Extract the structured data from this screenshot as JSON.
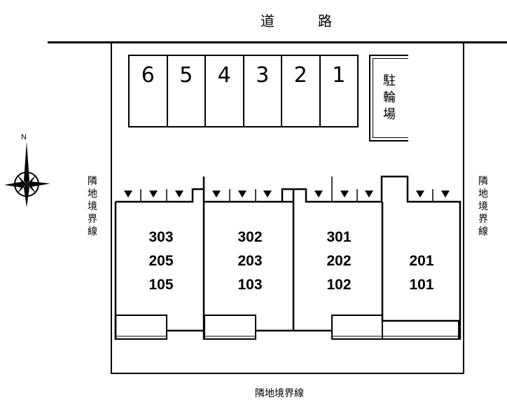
{
  "road": {
    "char1": "道",
    "char2": "路"
  },
  "parking": {
    "spaces": [
      "6",
      "5",
      "4",
      "3",
      "2",
      "1"
    ]
  },
  "bicycle_parking": {
    "label": [
      "駐",
      "輪",
      "場"
    ]
  },
  "boundaries": {
    "left": [
      "隣",
      "地",
      "境",
      "界",
      "線"
    ],
    "right": [
      "隣",
      "地",
      "境",
      "界",
      "線"
    ],
    "bottom": "隣地境界線"
  },
  "compass": {
    "label": "N",
    "icon": "compass-rose-icon"
  },
  "buildings": [
    {
      "units": [
        "303",
        "205",
        "105"
      ]
    },
    {
      "units": [
        "302",
        "203",
        "103"
      ]
    },
    {
      "units": [
        "301",
        "202",
        "102"
      ]
    },
    {
      "units": [
        "201",
        "101"
      ]
    }
  ]
}
